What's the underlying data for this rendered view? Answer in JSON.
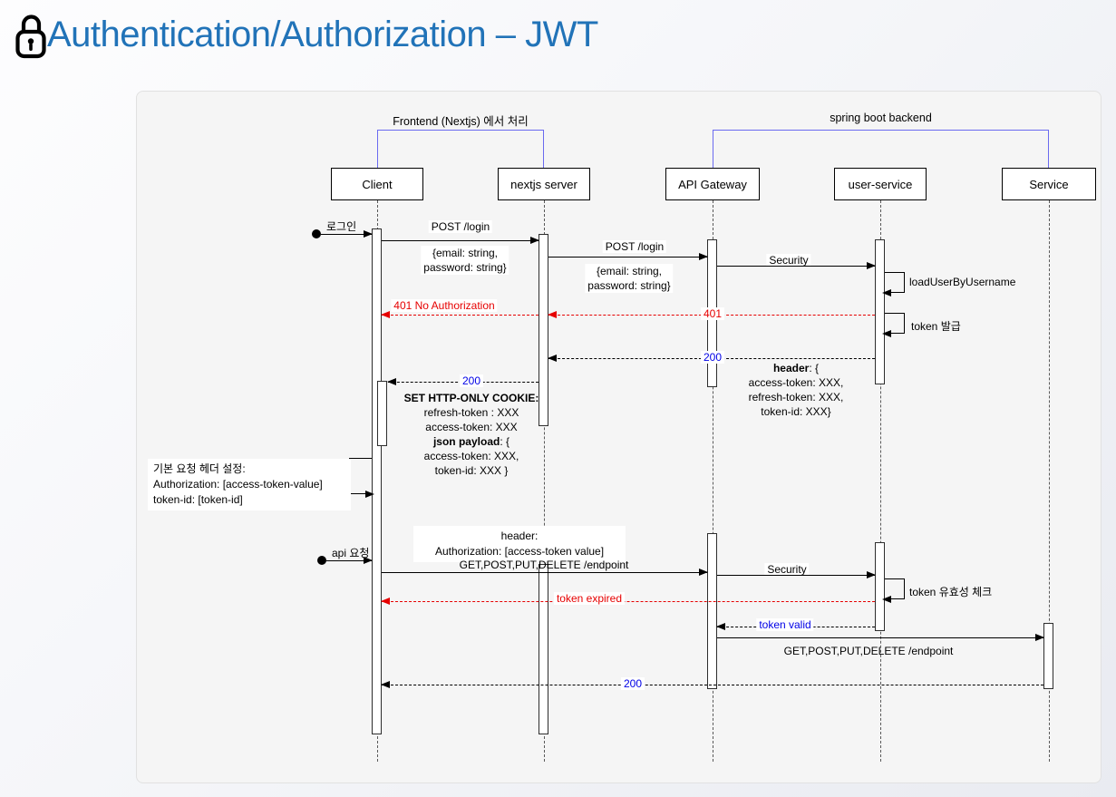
{
  "title": "Authentication/Authorization – JWT",
  "colors": {
    "title_blue": "#2173b8",
    "bracket_purple": "#6a6af0",
    "error_red": "#e60000",
    "status_blue": "#0000e6",
    "panel_bg": "#f5f5f5"
  },
  "groups": {
    "frontend": "Frontend (Nextjs) 에서 처리",
    "backend": "spring boot backend"
  },
  "participants": {
    "client": "Client",
    "nextjs": "nextjs server",
    "gateway": "API Gateway",
    "user_service": "user-service",
    "service": "Service"
  },
  "messages": {
    "login_trigger": "로그인",
    "post_login": "POST /login",
    "login_body": "{email: string,\npassword: string}",
    "security": "Security",
    "load_user": "loadUserByUsername",
    "status_401": "401",
    "no_auth_401": "401 No Authorization",
    "token_issue": "token 발급",
    "status_200": "200",
    "api_trigger": "api 요청",
    "get_endpoint": "GET,POST,PUT,DELETE /endpoint",
    "token_check": "token 유효성 체크",
    "token_expired": "token expired",
    "token_valid": "token valid"
  },
  "notes": {
    "header_block": {
      "bold": "header",
      "rest": ": {",
      "body": "access-token: XXX,\nrefresh-token: XXX,\ntoken-id: XXX}"
    },
    "cookie_block": {
      "title": "SET HTTP-ONLY COOKIE:",
      "l1": "refresh-token : XXX",
      "l2": "access-token: XXX",
      "json_bold": "json payload",
      "json_rest": ": {",
      "l3": "access-token: XXX,",
      "l4": "token-id: XXX }"
    },
    "default_header": "기본 요청 헤더 설정:\nAuthorization:  [access-token-value]\ntoken-id: [token-id]",
    "api_header": "header:\nAuthorization: [access-token value]"
  }
}
